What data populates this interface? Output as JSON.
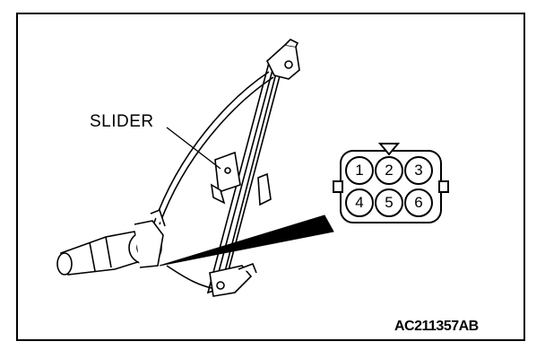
{
  "diagram": {
    "callout_label": "SLIDER",
    "figure_code": "AC211357AB",
    "connector": {
      "pins": [
        "1",
        "2",
        "3",
        "4",
        "5",
        "6"
      ]
    },
    "stroke_color": "#000000",
    "background_color": "#ffffff"
  }
}
